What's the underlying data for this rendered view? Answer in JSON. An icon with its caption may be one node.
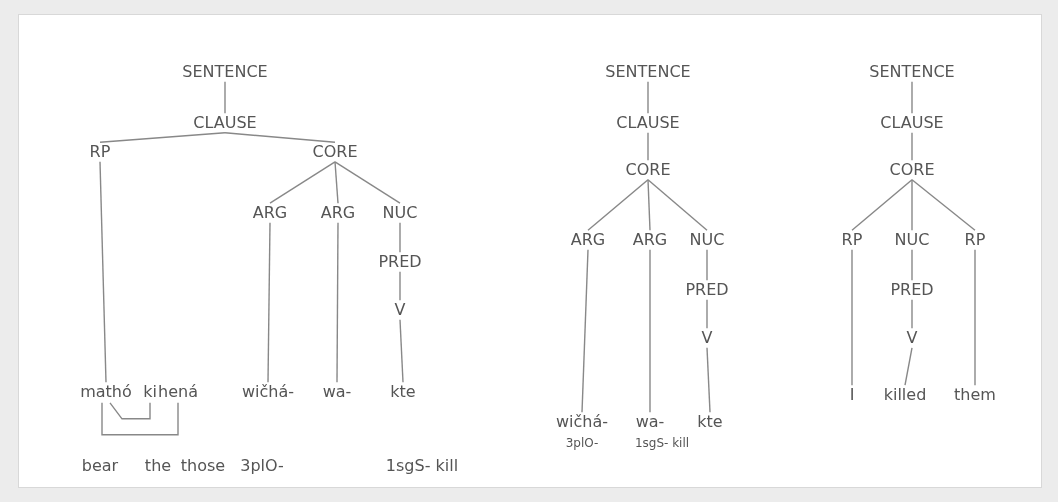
{
  "diagram": {
    "nodes": [
      {
        "text": [
          "SENTENCE"
        ]
      },
      {
        "text": [
          "CLAUSE"
        ]
      },
      {
        "text": [
          "RP"
        ]
      },
      {
        "text": [
          "CORE"
        ]
      },
      {
        "text": [
          "ARG"
        ]
      },
      {
        "text": [
          "ARG"
        ]
      },
      {
        "text": [
          "NUC"
        ]
      },
      {
        "text": [
          "PRED"
        ]
      },
      {
        "text": [
          "V"
        ]
      },
      {
        "text": [
          "mathó"
        ]
      },
      {
        "text": [
          "ki"
        ]
      },
      {
        "text": [
          "hená"
        ]
      },
      {
        "text": [
          "wičhá-"
        ]
      },
      {
        "text": [
          "wa-"
        ]
      },
      {
        "text": [
          "kte"
        ]
      },
      {
        "text": [
          "SENTENCE"
        ]
      },
      {
        "text": [
          "CLAUSE"
        ]
      },
      {
        "text": [
          "CORE"
        ]
      },
      {
        "text": [
          "ARG"
        ]
      },
      {
        "text": [
          "ARG"
        ]
      },
      {
        "text": [
          "NUC"
        ]
      },
      {
        "text": [
          "PRED"
        ]
      },
      {
        "text": [
          "V"
        ]
      },
      {
        "text": [
          "wičhá-"
        ]
      },
      {
        "text": [
          "wa-"
        ]
      },
      {
        "text": [
          "kte"
        ]
      },
      {
        "text": [
          "SENTENCE"
        ]
      },
      {
        "text": [
          "CLAUSE"
        ]
      },
      {
        "text": [
          "CORE"
        ]
      },
      {
        "text": [
          "RP"
        ]
      },
      {
        "text": [
          "NUC"
        ]
      },
      {
        "text": [
          "RP"
        ]
      },
      {
        "text": [
          "PRED"
        ]
      },
      {
        "text": [
          "V"
        ]
      },
      {
        "text": [
          "I"
        ]
      },
      {
        "text": [
          "killed"
        ]
      },
      {
        "text": [
          "them"
        ]
      }
    ],
    "edges": [
      {
        "from": 0,
        "to": 1,
        "arrow": "none"
      },
      {
        "from": 1,
        "to": 2,
        "arrow": "none"
      },
      {
        "from": 1,
        "to": 3,
        "arrow": "none"
      },
      {
        "from": 3,
        "to": 4,
        "arrow": "none"
      },
      {
        "from": 3,
        "to": 5,
        "arrow": "none"
      },
      {
        "from": 3,
        "to": 6,
        "arrow": "none"
      },
      {
        "from": 6,
        "to": 7,
        "arrow": "none"
      },
      {
        "from": 7,
        "to": 8,
        "arrow": "none"
      },
      {
        "from": 2,
        "to": 9,
        "arrow": "none"
      },
      {
        "from": 4,
        "to": 12,
        "arrow": "none"
      },
      {
        "from": 5,
        "to": 13,
        "arrow": "none"
      },
      {
        "from": 8,
        "to": 14,
        "arrow": "none"
      },
      {
        "from": 9,
        "to": 10,
        "arrow": "none"
      },
      {
        "from": 9,
        "to": 11,
        "arrow": "none"
      },
      {
        "from": 15,
        "to": 16,
        "arrow": "none"
      },
      {
        "from": 16,
        "to": 17,
        "arrow": "none"
      },
      {
        "from": 17,
        "to": 18,
        "arrow": "none"
      },
      {
        "from": 17,
        "to": 19,
        "arrow": "none"
      },
      {
        "from": 17,
        "to": 20,
        "arrow": "none"
      },
      {
        "from": 20,
        "to": 21,
        "arrow": "none"
      },
      {
        "from": 21,
        "to": 22,
        "arrow": "none"
      },
      {
        "from": 18,
        "to": 23,
        "arrow": "none"
      },
      {
        "from": 19,
        "to": 24,
        "arrow": "none"
      },
      {
        "from": 22,
        "to": 25,
        "arrow": "none"
      },
      {
        "from": 26,
        "to": 27,
        "arrow": "none"
      },
      {
        "from": 27,
        "to": 28,
        "arrow": "none"
      },
      {
        "from": 28,
        "to": 29,
        "arrow": "none"
      },
      {
        "from": 28,
        "to": 30,
        "arrow": "none"
      },
      {
        "from": 28,
        "to": 31,
        "arrow": "none"
      },
      {
        "from": 30,
        "to": 32,
        "arrow": "none"
      },
      {
        "from": 32,
        "to": 33,
        "arrow": "none"
      },
      {
        "from": 29,
        "to": 34,
        "arrow": "none"
      },
      {
        "from": 33,
        "to": 35,
        "arrow": "none"
      },
      {
        "from": 31,
        "to": 36,
        "arrow": "none"
      }
    ],
    "labels": [
      "bear",
      "the",
      "those",
      "3plO-",
      "1sgS- kill",
      "3plO-",
      "1sgS- kill"
    ]
  }
}
